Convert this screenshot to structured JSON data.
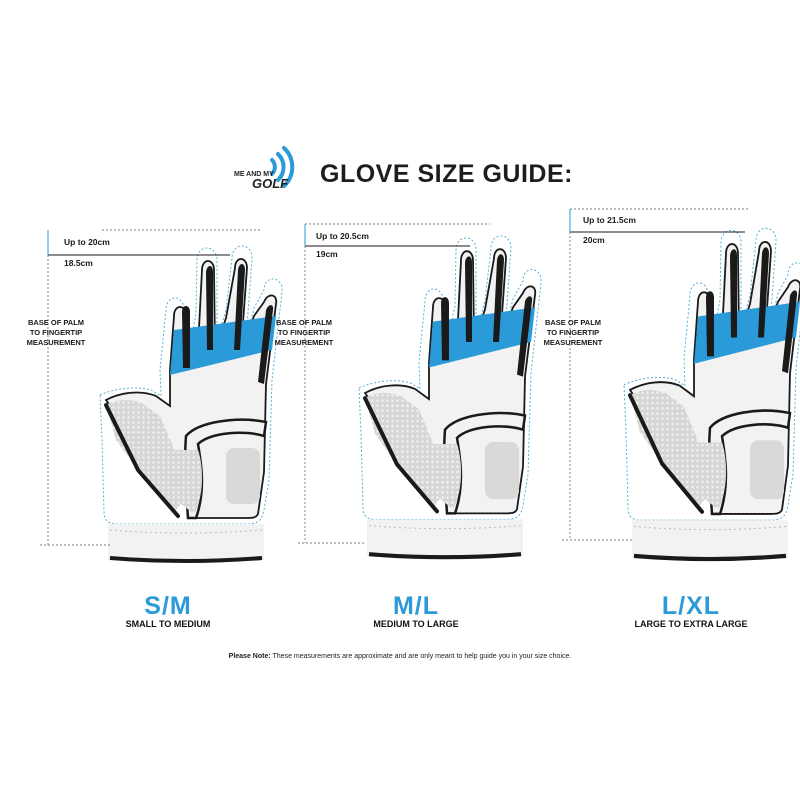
{
  "brand": {
    "logo_line": "ME AND MY",
    "logo_word": "GOLF"
  },
  "title": "GLOVE SIZE GUIDE:",
  "measure_label": [
    "BASE OF PALM",
    "TO FINGERTIP",
    "MEASUREMENT"
  ],
  "gloves": [
    {
      "upper": "Up to 20cm",
      "lower": "18.5cm",
      "code": "S/M",
      "name": "SMALL TO MEDIUM"
    },
    {
      "upper": "Up to 20.5cm",
      "lower": "19cm",
      "code": "M/L",
      "name": "MEDIUM TO LARGE"
    },
    {
      "upper": "Up to 21.5cm",
      "lower": "20cm",
      "code": "L/XL",
      "name": "LARGE TO EXTRA LARGE"
    }
  ],
  "note": {
    "label": "Please Note:",
    "text": " These measurements are approximate and are only meant to help guide you in your size choice."
  },
  "colors": {
    "accent": "#2a9ad8",
    "glove": "#f2f2f2",
    "outline": "#1a1a1a",
    "grip": "#d6d6d6",
    "guide": "#5aaed8"
  },
  "icons": [
    "signal-waves-icon",
    "glove-illustration"
  ]
}
